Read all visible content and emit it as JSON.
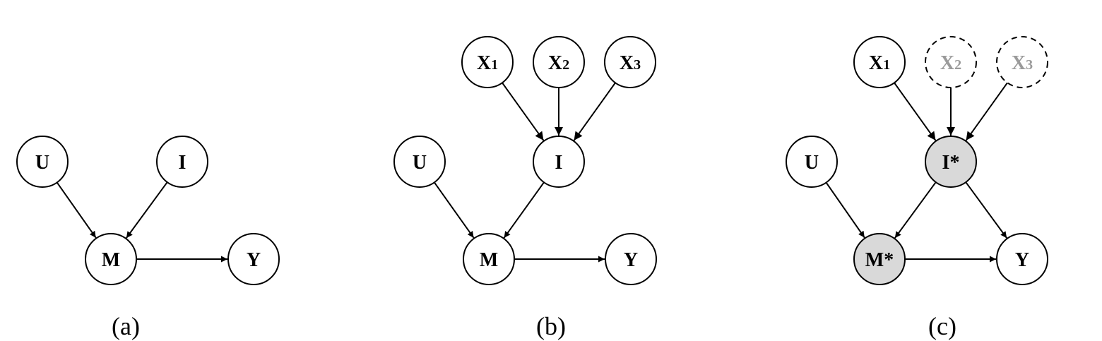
{
  "panels": [
    {
      "caption": "(a)",
      "nodes": {
        "U": {
          "label": "U",
          "style": "plain"
        },
        "I": {
          "label": "I",
          "style": "plain"
        },
        "M": {
          "label": "M",
          "style": "plain"
        },
        "Y": {
          "label": "Y",
          "style": "plain"
        }
      },
      "edges": [
        [
          "U",
          "M"
        ],
        [
          "I",
          "M"
        ],
        [
          "M",
          "Y"
        ]
      ]
    },
    {
      "caption": "(b)",
      "nodes": {
        "X1": {
          "label": "X",
          "sub": "1",
          "style": "plain"
        },
        "X2": {
          "label": "X",
          "sub": "2",
          "style": "plain"
        },
        "X3": {
          "label": "X",
          "sub": "3",
          "style": "plain"
        },
        "U": {
          "label": "U",
          "style": "plain"
        },
        "I": {
          "label": "I",
          "style": "plain"
        },
        "M": {
          "label": "M",
          "style": "plain"
        },
        "Y": {
          "label": "Y",
          "style": "plain"
        }
      },
      "edges": [
        [
          "X1",
          "I"
        ],
        [
          "X2",
          "I"
        ],
        [
          "X3",
          "I"
        ],
        [
          "U",
          "M"
        ],
        [
          "I",
          "M"
        ],
        [
          "M",
          "Y"
        ]
      ]
    },
    {
      "caption": "(c)",
      "nodes": {
        "X1": {
          "label": "X",
          "sub": "1",
          "style": "plain"
        },
        "X2": {
          "label": "X",
          "sub": "2",
          "style": "dashed"
        },
        "X3": {
          "label": "X",
          "sub": "3",
          "style": "dashed"
        },
        "U": {
          "label": "U",
          "style": "plain"
        },
        "I": {
          "label": "I*",
          "style": "shaded"
        },
        "M": {
          "label": "M*",
          "style": "shaded"
        },
        "Y": {
          "label": "Y",
          "style": "plain"
        }
      },
      "edges": [
        [
          "X1",
          "I"
        ],
        [
          "X2",
          "I"
        ],
        [
          "X3",
          "I"
        ],
        [
          "U",
          "M"
        ],
        [
          "I",
          "M"
        ],
        [
          "I",
          "Y"
        ],
        [
          "M",
          "Y"
        ]
      ]
    }
  ],
  "colors": {
    "shaded_fill": "#d9d9d9",
    "dashed_text": "#9a9a9a"
  }
}
